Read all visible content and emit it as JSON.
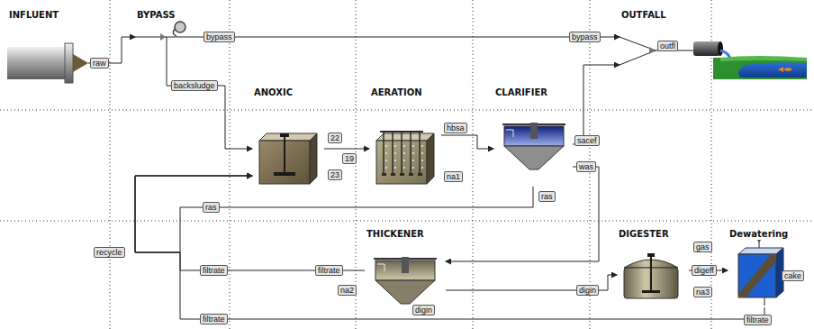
{
  "diagram": {
    "nodes": [
      {
        "text": [
          "INFLUENT"
        ]
      },
      {
        "text": [
          "BYPASS"
        ]
      },
      {
        "text": [
          "OUTFALL"
        ]
      },
      {
        "text": [
          "ANOXIC"
        ]
      },
      {
        "text": [
          "AERATION"
        ]
      },
      {
        "text": [
          "CLARIFIER"
        ]
      },
      {
        "text": [
          "THICKENER"
        ]
      },
      {
        "text": [
          "DIGESTER"
        ]
      },
      {
        "text": [
          "Dewatering"
        ]
      }
    ],
    "edges": [
      {
        "from": 0,
        "to": 1,
        "arrow": "to"
      },
      {
        "from": 1,
        "to": 2,
        "arrow": "to"
      },
      {
        "from": 1,
        "to": 3,
        "arrow": "to"
      },
      {
        "from": 3,
        "to": 4,
        "arrow": "to"
      },
      {
        "from": 4,
        "to": 5,
        "arrow": "to"
      },
      {
        "from": 5,
        "to": 2,
        "arrow": "to"
      },
      {
        "from": 5,
        "to": 6,
        "arrow": "to"
      },
      {
        "from": 5,
        "to": 3,
        "arrow": "to"
      },
      {
        "from": 6,
        "to": 3,
        "arrow": "to"
      },
      {
        "from": 8,
        "to": 3,
        "arrow": "to"
      },
      {
        "from": 6,
        "to": 7,
        "arrow": "to"
      },
      {
        "from": 7,
        "to": 8,
        "arrow": "to"
      }
    ],
    "labels": [
      "raw",
      "bypass",
      "backsludge",
      "bypass",
      "outfl",
      "22",
      "19",
      "23",
      "hbsa",
      "na1",
      "sacef",
      "was",
      "ras",
      "recycle",
      "ras",
      "filtrate",
      "filtrate",
      "filtrate",
      "na2",
      "digin",
      "digin",
      "gas",
      "digeff",
      "na3",
      "cake",
      "filtrate"
    ]
  }
}
